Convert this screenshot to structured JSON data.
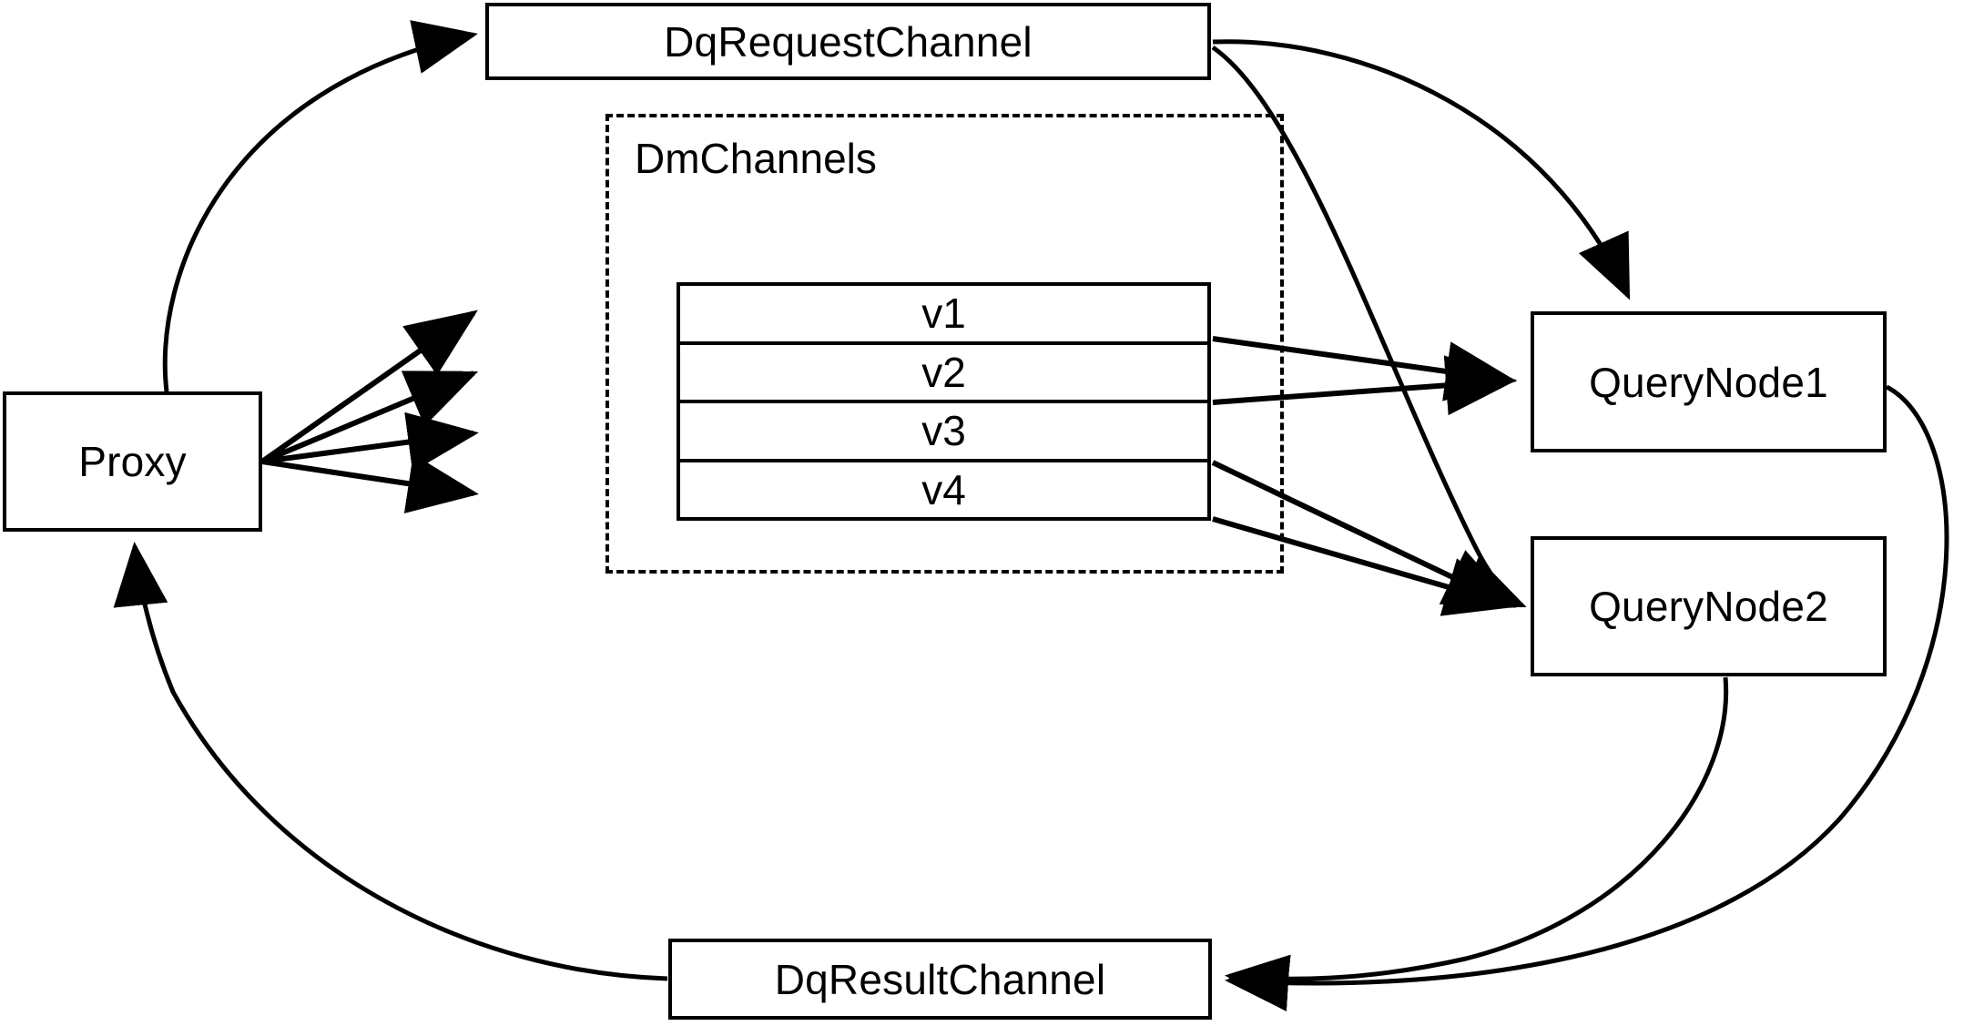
{
  "diagram": {
    "title": "Milvus distributed query channel dataflow",
    "background_color": "#ffffff",
    "stroke_color": "#000000"
  },
  "nodes": {
    "proxy": {
      "label": "Proxy"
    },
    "dq_request_channel": {
      "label": "DqRequestChannel"
    },
    "dq_result_channel": {
      "label": "DqResultChannel"
    },
    "query_node_1": {
      "label": "QueryNode1"
    },
    "query_node_2": {
      "label": "QueryNode2"
    }
  },
  "group": {
    "dm_channels": {
      "label": "DmChannels",
      "border_style": "dashed",
      "channels": [
        {
          "label": "v1"
        },
        {
          "label": "v2"
        },
        {
          "label": "v3"
        },
        {
          "label": "v4"
        }
      ]
    }
  },
  "edges": [
    {
      "from": "Proxy",
      "to": "DqRequestChannel",
      "style": "curved",
      "arrow": "end"
    },
    {
      "from": "Proxy",
      "to": "v1",
      "style": "straight",
      "arrow": "end"
    },
    {
      "from": "Proxy",
      "to": "v2",
      "style": "straight",
      "arrow": "end"
    },
    {
      "from": "Proxy",
      "to": "v3",
      "style": "straight",
      "arrow": "end"
    },
    {
      "from": "Proxy",
      "to": "v4",
      "style": "straight",
      "arrow": "end"
    },
    {
      "from": "DqRequestChannel",
      "to": "QueryNode1",
      "style": "curved",
      "arrow": "end"
    },
    {
      "from": "DqRequestChannel",
      "to": "QueryNode2",
      "style": "curved",
      "arrow": "end"
    },
    {
      "from": "v1",
      "to": "QueryNode1",
      "style": "straight",
      "arrow": "end"
    },
    {
      "from": "v2",
      "to": "QueryNode1",
      "style": "straight",
      "arrow": "end"
    },
    {
      "from": "v3",
      "to": "QueryNode2",
      "style": "straight",
      "arrow": "end"
    },
    {
      "from": "v4",
      "to": "QueryNode2",
      "style": "straight",
      "arrow": "end"
    },
    {
      "from": "QueryNode1",
      "to": "DqResultChannel",
      "style": "curved",
      "arrow": "end"
    },
    {
      "from": "QueryNode2",
      "to": "DqResultChannel",
      "style": "curved",
      "arrow": "end"
    },
    {
      "from": "DqResultChannel",
      "to": "Proxy",
      "style": "curved",
      "arrow": "end"
    }
  ]
}
